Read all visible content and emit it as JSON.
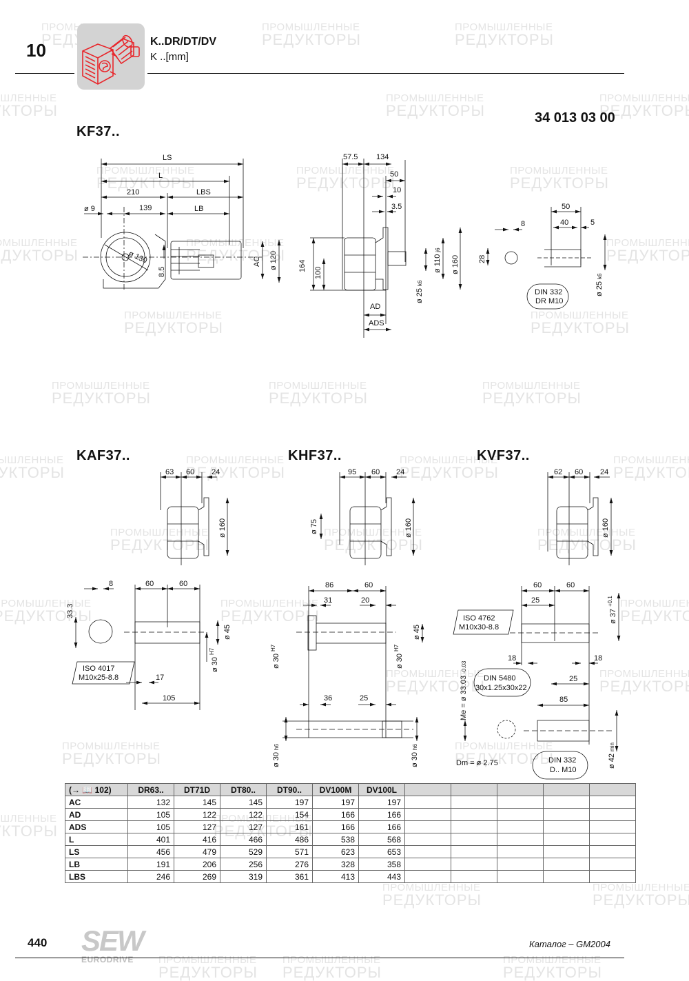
{
  "header": {
    "chapter_number": "10",
    "title": "K..DR/DT/DV",
    "subtitle": "K ..[mm]",
    "icon": "red-gearmotor-icon"
  },
  "document_number": "34 013 03 00",
  "watermark": {
    "line1": "ПРОМЫШЛЕННЫЕ",
    "line2": "РЕДУКТОРЫ"
  },
  "drawings": {
    "kf37": {
      "label": "KF37..",
      "side_view": {
        "LS": "LS",
        "L": "L",
        "d210": "210",
        "LBS": "LBS",
        "d9": "ø 9",
        "d139": "139",
        "LB": "LB",
        "d130": "ø 130",
        "d85": "8.5",
        "AC": "AC",
        "d120": "ø 120"
      },
      "front_view": {
        "d575": "57.5",
        "d134": "134",
        "d50": "50",
        "d10": "10",
        "d35": "3.5",
        "d164": "164",
        "d100": "100",
        "d110": "ø 110",
        "d110_tol": "j6",
        "d160": "ø 160",
        "d25": "ø 25",
        "d25_tol": "k6",
        "AD": "AD",
        "ADS": "ADS"
      },
      "shaft_detail": {
        "d8": "8",
        "d28": "28",
        "d50": "50",
        "d40": "40",
        "d5": "5",
        "d25": "ø 25",
        "d25_tol": "k6",
        "note_line1": "DIN 332",
        "note_line2": "DR M10"
      }
    },
    "kaf37": {
      "label": "KAF37..",
      "top": {
        "d63": "63",
        "d60": "60",
        "d24": "24",
        "d160": "ø 160"
      },
      "shaft": {
        "d8": "8",
        "d333": "33.3",
        "d60a": "60",
        "d60b": "60",
        "d45": "ø 45",
        "d30": "ø 30",
        "d30_tol": "H7",
        "d17": "17",
        "d105": "105",
        "note_line1": "ISO 4017",
        "note_line2": "M10x25-8.8"
      }
    },
    "khf37": {
      "label": "KHF37..",
      "top": {
        "d95": "95",
        "d60": "60",
        "d24": "24",
        "d75": "ø 75",
        "d160": "ø 160"
      },
      "shaft": {
        "d86": "86",
        "d60": "60",
        "d31": "31",
        "d20": "20",
        "d45": "ø 45",
        "d30a": "ø 30",
        "d30a_tol": "H7",
        "d30b": "ø 30",
        "d30b_tol": "H7",
        "d36": "36",
        "d25": "25",
        "d30c": "ø 30",
        "d30c_tol": "h6",
        "d30d": "ø 30",
        "d30d_tol": "h6"
      }
    },
    "kvf37": {
      "label": "KVF37..",
      "top": {
        "d62": "62",
        "d60": "60",
        "d24": "24",
        "d160": "ø 160"
      },
      "shaft": {
        "d60a": "60",
        "d60b": "60",
        "d25a": "25",
        "d37": "ø 37",
        "d37_tol": "+0.1",
        "d18a": "18",
        "d18b": "18",
        "d25b": "25",
        "d85": "85",
        "me": "Me = ø 33.03",
        "me_tol": "-0.03",
        "dm": "Dm = ø 2.75",
        "d42": "ø 42",
        "d42_tol": "min",
        "iso_line1": "ISO 4762",
        "iso_line2": "M10x30-8.8",
        "din5480_line1": "DIN 5480",
        "din5480_line2": "30x1.25x30x22",
        "din332_line1": "DIN 332",
        "din332_line2": "D.. M10"
      }
    }
  },
  "table": {
    "ref": "(→ 📖 102)",
    "columns": [
      "DR63..",
      "DT71D",
      "DT80..",
      "DT90..",
      "DV100M",
      "DV100L",
      "",
      "",
      "",
      "",
      ""
    ],
    "rows": [
      {
        "label": "AC",
        "values": [
          "132",
          "145",
          "145",
          "197",
          "197",
          "197"
        ]
      },
      {
        "label": "AD",
        "values": [
          "105",
          "122",
          "122",
          "154",
          "166",
          "166"
        ]
      },
      {
        "label": "ADS",
        "values": [
          "105",
          "127",
          "127",
          "161",
          "166",
          "166"
        ]
      },
      {
        "label": "L",
        "values": [
          "401",
          "416",
          "466",
          "486",
          "538",
          "568"
        ]
      },
      {
        "label": "LS",
        "values": [
          "456",
          "479",
          "529",
          "571",
          "623",
          "653"
        ]
      },
      {
        "label": "LB",
        "values": [
          "191",
          "206",
          "256",
          "276",
          "328",
          "358"
        ]
      },
      {
        "label": "LBS",
        "values": [
          "246",
          "269",
          "319",
          "361",
          "413",
          "443"
        ]
      }
    ]
  },
  "footer": {
    "page_number": "440",
    "brand": "SEW",
    "brand_sub": "EURODRIVE",
    "catalog": "Каталог – GM2004"
  },
  "colors": {
    "accent_red": "#e8262b",
    "icon_bg": "#d3d3d3",
    "table_header_bg": "#d8d8d8",
    "watermark": "#e4e4e4"
  }
}
